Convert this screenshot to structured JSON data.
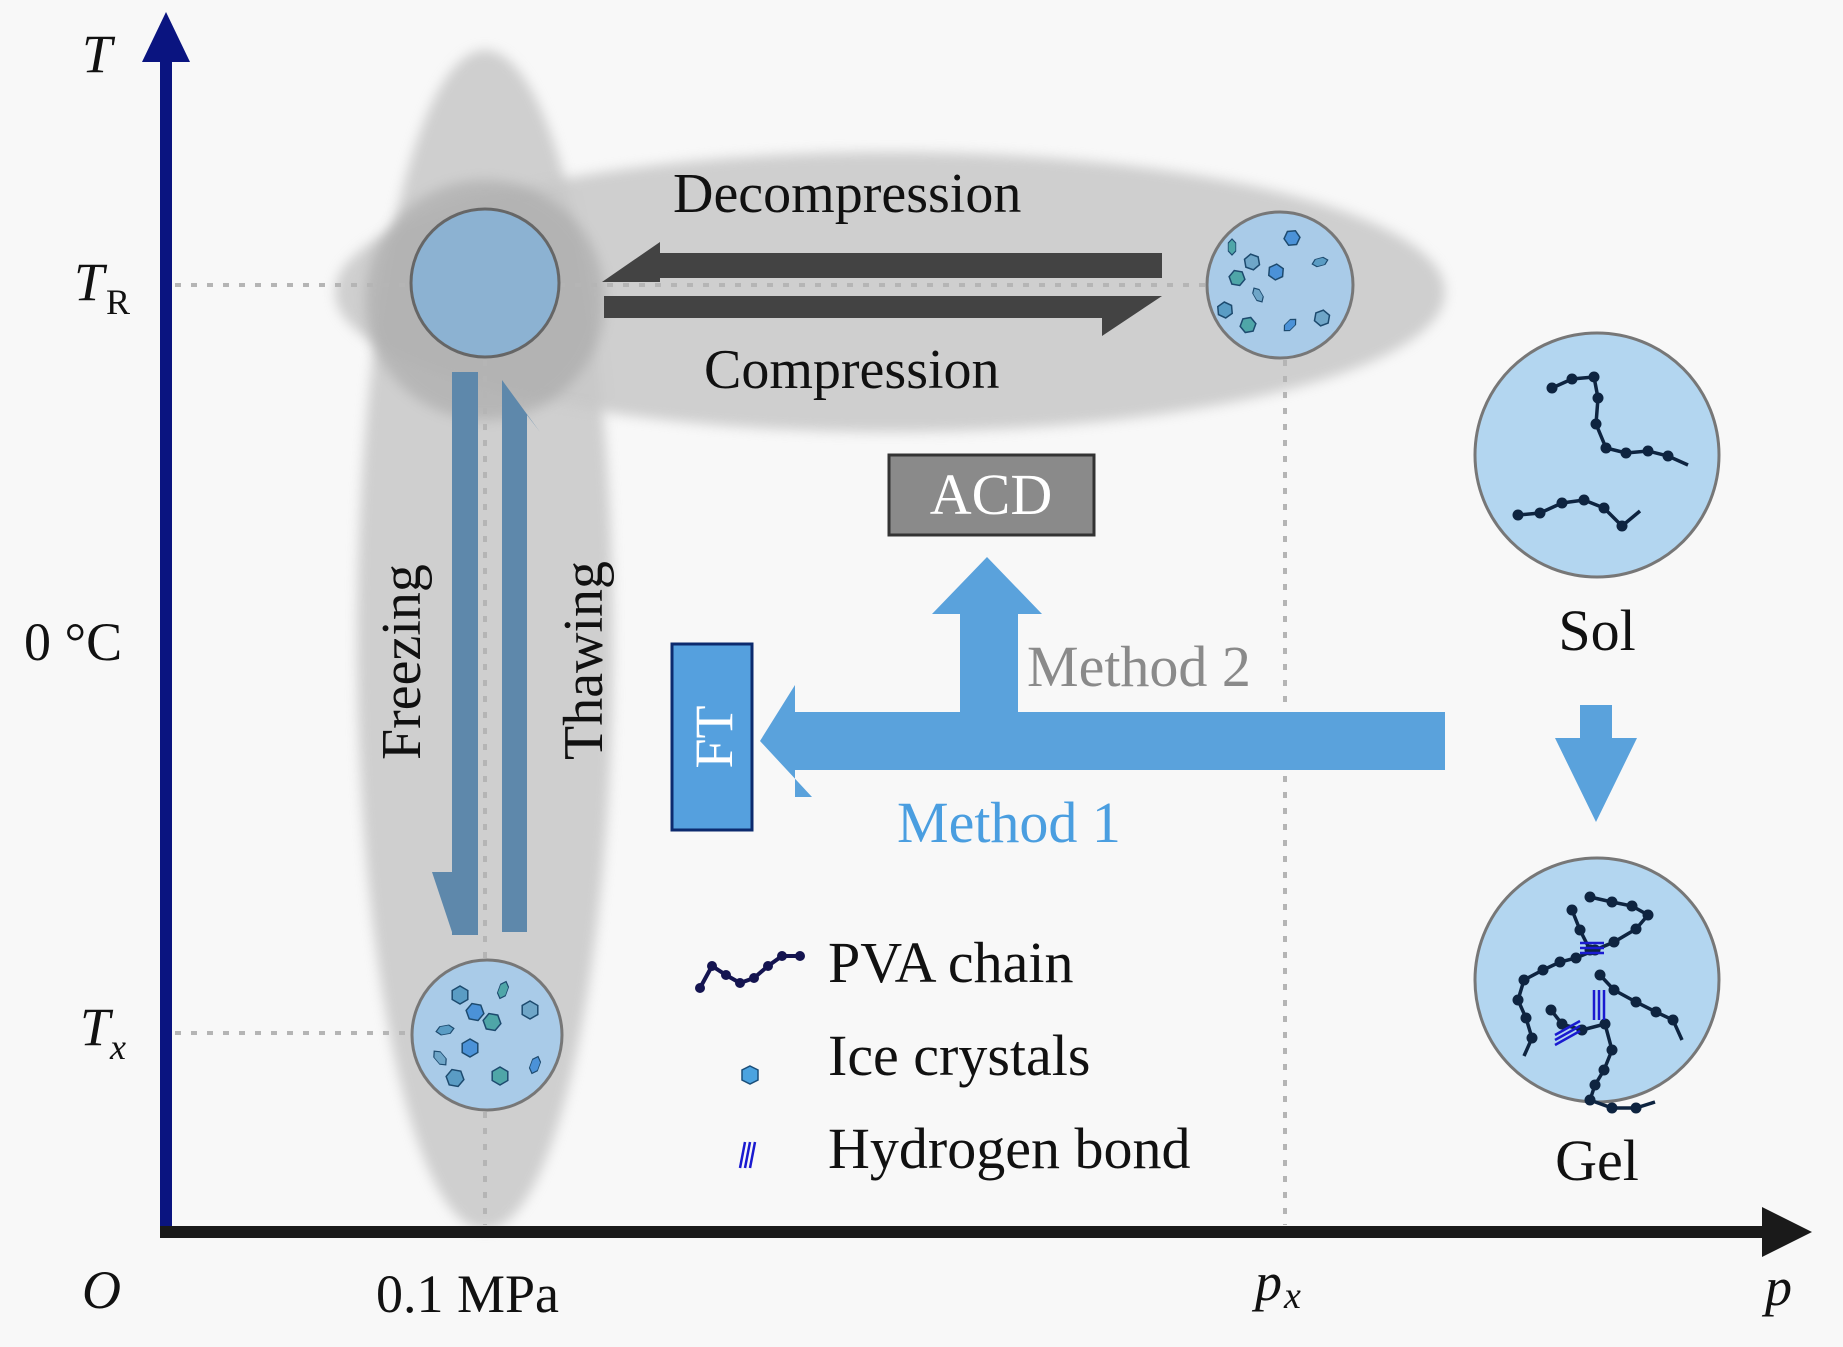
{
  "axes": {
    "y_label": "T",
    "y_ticks": [
      {
        "main": "T",
        "sub": "R",
        "italic": true
      },
      {
        "main": "0 °C",
        "sub": "",
        "italic": false
      },
      {
        "main": "T",
        "sub": "x",
        "italic": true
      }
    ],
    "origin_label": "O",
    "x_label": "p",
    "x_ticks": [
      {
        "main": "0.1 MPa",
        "sub": "",
        "italic": false
      },
      {
        "main": "p",
        "sub": "x",
        "italic": true
      }
    ]
  },
  "processes": {
    "decompression": "Decompression",
    "compression": "Compression",
    "freezing": "Freezing",
    "thawing": "Thawing"
  },
  "boxes": {
    "acd": "ACD",
    "ft": "FT"
  },
  "methods": {
    "method1": "Method 1",
    "method2": "Method 2"
  },
  "states": {
    "sol": "Sol",
    "gel": "Gel"
  },
  "legend": [
    {
      "icon": "pva-chain-icon",
      "label": "PVA chain"
    },
    {
      "icon": "ice-crystal-icon",
      "label": "Ice crystals"
    },
    {
      "icon": "hydrogen-bond-icon",
      "label": "Hydrogen bond"
    }
  ],
  "colors": {
    "y_axis": "#0a1480",
    "x_axis": "#1a1a1a",
    "arrow_blue": "#5aa2dc",
    "arrow_steel": "#5e88ab",
    "arrow_dark": "#434343",
    "circle_fill": "#b3d6f0",
    "method1_text": "#4a9ee0",
    "method2_text": "#8a8a8a",
    "acd_box": "#8a8a8a",
    "ft_box": "#55a0de"
  }
}
